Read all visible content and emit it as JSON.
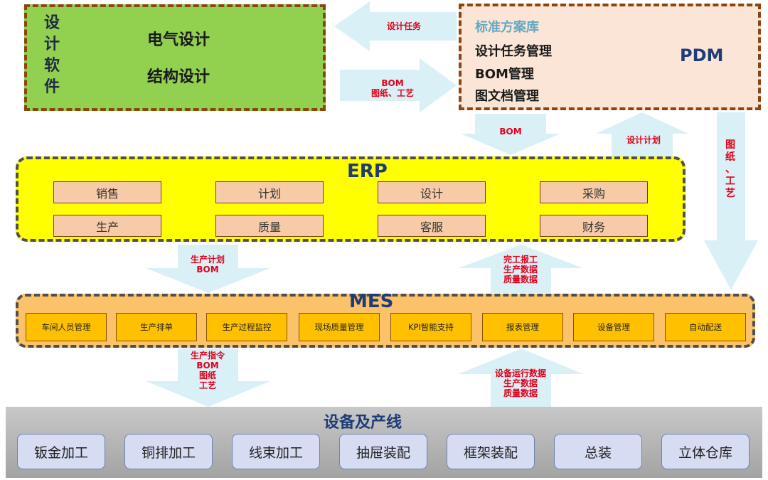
{
  "design_software": {
    "vertical_label_chars": [
      "设",
      "计",
      "软",
      "件"
    ],
    "items": [
      "电气设计",
      "结构设计"
    ]
  },
  "pdm": {
    "title": "PDM",
    "lines": [
      "标准方案库",
      "设计任务管理",
      "BOM管理",
      "图文档管理"
    ]
  },
  "erp": {
    "title": "ERP",
    "modules": [
      "销售",
      "计划",
      "设计",
      "采购",
      "生产",
      "质量",
      "客服",
      "财务"
    ]
  },
  "mes": {
    "title": "MES",
    "modules": [
      "车间人员管理",
      "生产排单",
      "生产过程监控",
      "现场质量管理",
      "KPI智能支持",
      "报表管理",
      "设备管理",
      "自动配送"
    ]
  },
  "equipment": {
    "title": "设备及产线",
    "modules": [
      "钣金加工",
      "铜排加工",
      "线束加工",
      "抽屉装配",
      "框架装配",
      "总装",
      "立体仓库"
    ]
  },
  "flows": {
    "pdm_to_design": [
      "设计任务"
    ],
    "design_to_pdm": [
      "BOM",
      "图纸、工艺"
    ],
    "pdm_to_erp": [
      "BOM"
    ],
    "erp_to_pdm": [
      "设计计划"
    ],
    "pdm_to_mes": [
      "图纸",
      "、工艺"
    ],
    "erp_to_mes": [
      "生产计划",
      "BOM"
    ],
    "mes_to_erp": [
      "完工报工",
      "生产数据",
      "质量数据"
    ],
    "mes_to_equipment": [
      "生产指令",
      "BOM",
      "图纸",
      "工艺"
    ],
    "equipment_to_mes": [
      "设备运行数据",
      "生产数据",
      "质量数据"
    ]
  },
  "colors": {
    "arrow": "#d9f0f6",
    "arrow_label": "#e0001b",
    "title": "#1f3c78"
  }
}
